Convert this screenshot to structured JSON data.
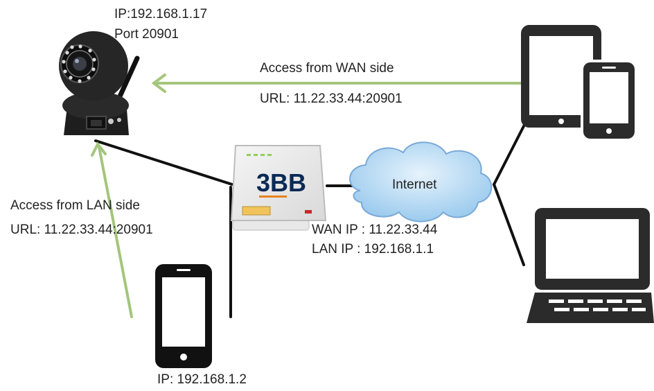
{
  "camera": {
    "ip_label": "IP:192.168.1.17",
    "port_label": "Port 20901"
  },
  "wan_access": {
    "title": "Access from WAN side",
    "url": "URL: 11.22.33.44:20901"
  },
  "lan_access": {
    "title": "Access from LAN side",
    "url": "URL: 11.22.33.44:20901"
  },
  "router": {
    "brand_text": "3BB",
    "wan_ip_label": "WAN IP : 11.22.33.44",
    "lan_ip_label": "LAN IP : 192.168.1.1"
  },
  "cloud": {
    "label": "Internet"
  },
  "lan_phone": {
    "ip_label": "IP: 192.168.1.2"
  },
  "colors": {
    "access_arrow": "#a4c57c",
    "link_line": "#111111",
    "cloud_fill": "#b5d8f2",
    "cloud_stroke": "#7aa9d6",
    "device": "#2b2b2b"
  }
}
